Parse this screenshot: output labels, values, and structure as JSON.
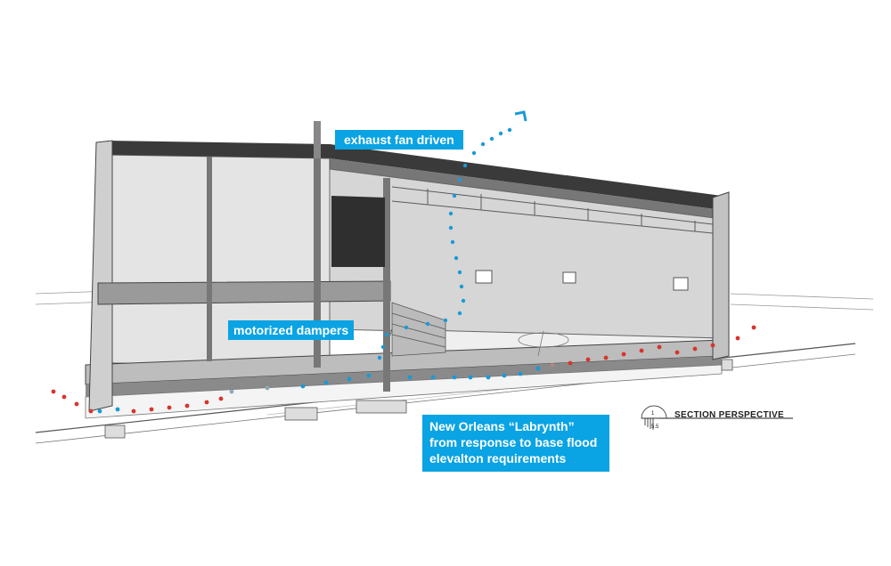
{
  "callouts": {
    "exhaust": "exhaust fan driven",
    "dampers": "motorized dampers",
    "labyrinth_lines": [
      "New Orleans “Labrynth”",
      "from response to base flood",
      "elevalton requirements"
    ]
  },
  "section": {
    "title": "SECTION PERSPECTIVE",
    "marker_top": "1",
    "marker_bottom": "5.5"
  },
  "colors": {
    "callout_bg": "#0aa3e3",
    "cool_air": "#1a9ad6",
    "warm_air": "#d8342c",
    "linework": "#4a4a4a"
  },
  "icons": [
    "exhaust-arrow-icon",
    "section-marker-icon"
  ]
}
